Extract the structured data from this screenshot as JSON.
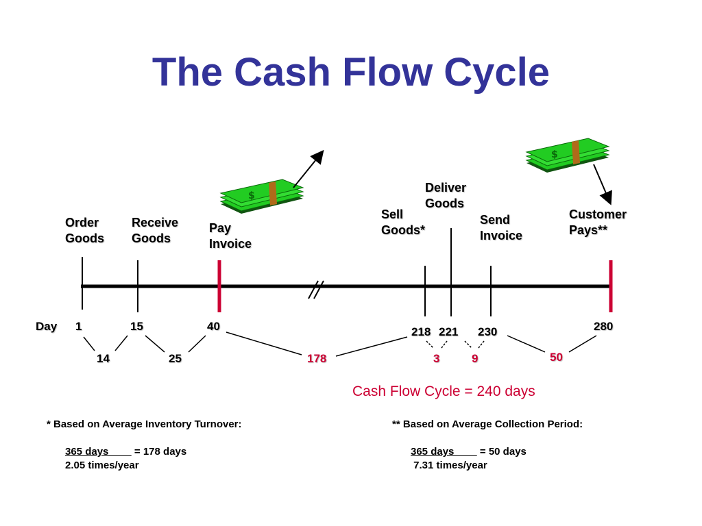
{
  "title": "The Cash Flow Cycle",
  "events": {
    "order_goods": [
      "Order",
      "Goods"
    ],
    "receive_goods": [
      "Receive",
      "Goods"
    ],
    "pay_invoice": [
      "Pay",
      "Invoice"
    ],
    "sell_goods": [
      "Sell",
      "Goods*"
    ],
    "deliver_goods": [
      "Deliver",
      "Goods"
    ],
    "send_invoice": [
      "Send",
      "Invoice"
    ],
    "customer_pays": [
      "Customer",
      "Pays**"
    ]
  },
  "day_label": "Day",
  "days": [
    "1",
    "15",
    "40",
    "218",
    "221",
    "230",
    "280"
  ],
  "intervals": {
    "i14": "14",
    "i25": "25",
    "i178": "178",
    "i3": "3",
    "i9": "9",
    "i50": "50"
  },
  "summary": "Cash Flow Cycle = 240 days",
  "footnotes": {
    "inventory": {
      "heading": "*  Based on Average Inventory Turnover:",
      "numerator": "365 days        ",
      "result": "=  178 days",
      "denominator": "2.05 times/year"
    },
    "collection": {
      "heading": "** Based on Average Collection Period:",
      "numerator": "365 days        ",
      "result": "= 50 days",
      "denominator": " 7.31 times/year"
    }
  },
  "colors": {
    "title": "#333399",
    "accent_red": "#cc0033",
    "money_green": "#22cc22",
    "money_band": "#b06a1a"
  }
}
